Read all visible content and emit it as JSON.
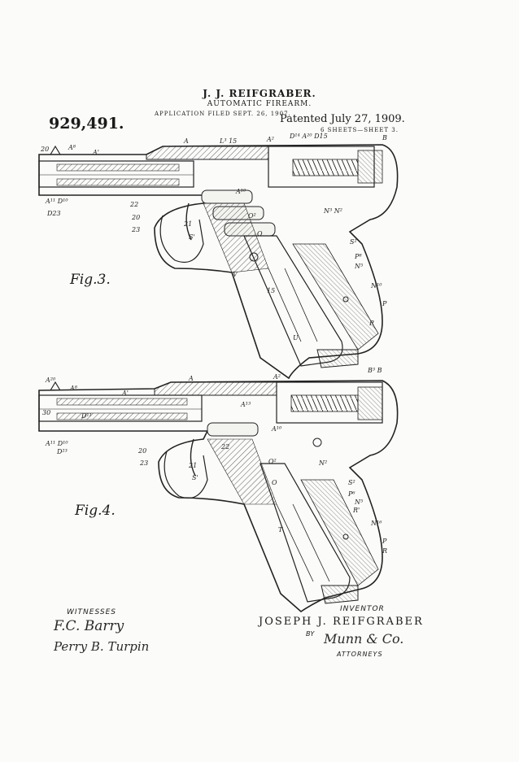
{
  "header": {
    "inventor": "J. J. REIFGRABER.",
    "title": "AUTOMATIC FIREARM.",
    "filed": "APPLICATION FILED SEPT. 26, 1907.",
    "patent_number": "929,491.",
    "patented": "Patented July 27, 1909.",
    "sheets": "6 SHEETS—SHEET 3."
  },
  "figures": {
    "fig3_label": "Fig.3.",
    "fig4_label": "Fig.4."
  },
  "part_labels": {
    "fig3": [
      "20",
      "A⁸",
      "A'",
      "A",
      "L³",
      "15",
      "A²",
      "D¹⁴",
      "A²⁰",
      "D15",
      "B",
      "A¹¹",
      "D¹⁰",
      "D23",
      "22",
      "20",
      "23",
      "21",
      "S'",
      "A¹⁰",
      "O²",
      "O",
      "N³",
      "N²",
      "S²",
      "P⁸",
      "N⁵",
      "N¹⁰",
      "P",
      "R",
      "U",
      "V",
      "15"
    ],
    "fig4": [
      "A²⁰",
      "A⁸",
      "A'",
      "A",
      "A²",
      "B³",
      "B",
      "30",
      "D¹¹",
      "A¹³",
      "D¹⁰",
      "A¹⁰",
      "D²³",
      "22",
      "20",
      "23",
      "21",
      "S'",
      "O²",
      "O",
      "N²",
      "S²",
      "P⁶",
      "N⁵",
      "R'",
      "N¹⁶",
      "P",
      "R",
      "T"
    ]
  },
  "footer": {
    "witnesses_label": "WITNESSES",
    "witness1_signature": "F.C. Barry",
    "witness2_signature": "Perry B. Turpin",
    "inventor_label": "INVENTOR",
    "inventor_signature": "JOSEPH J. REIFGRABER",
    "by_label": "BY",
    "attorney_signature": "Munn & Co.",
    "attorneys_label": "ATTORNEYS"
  }
}
